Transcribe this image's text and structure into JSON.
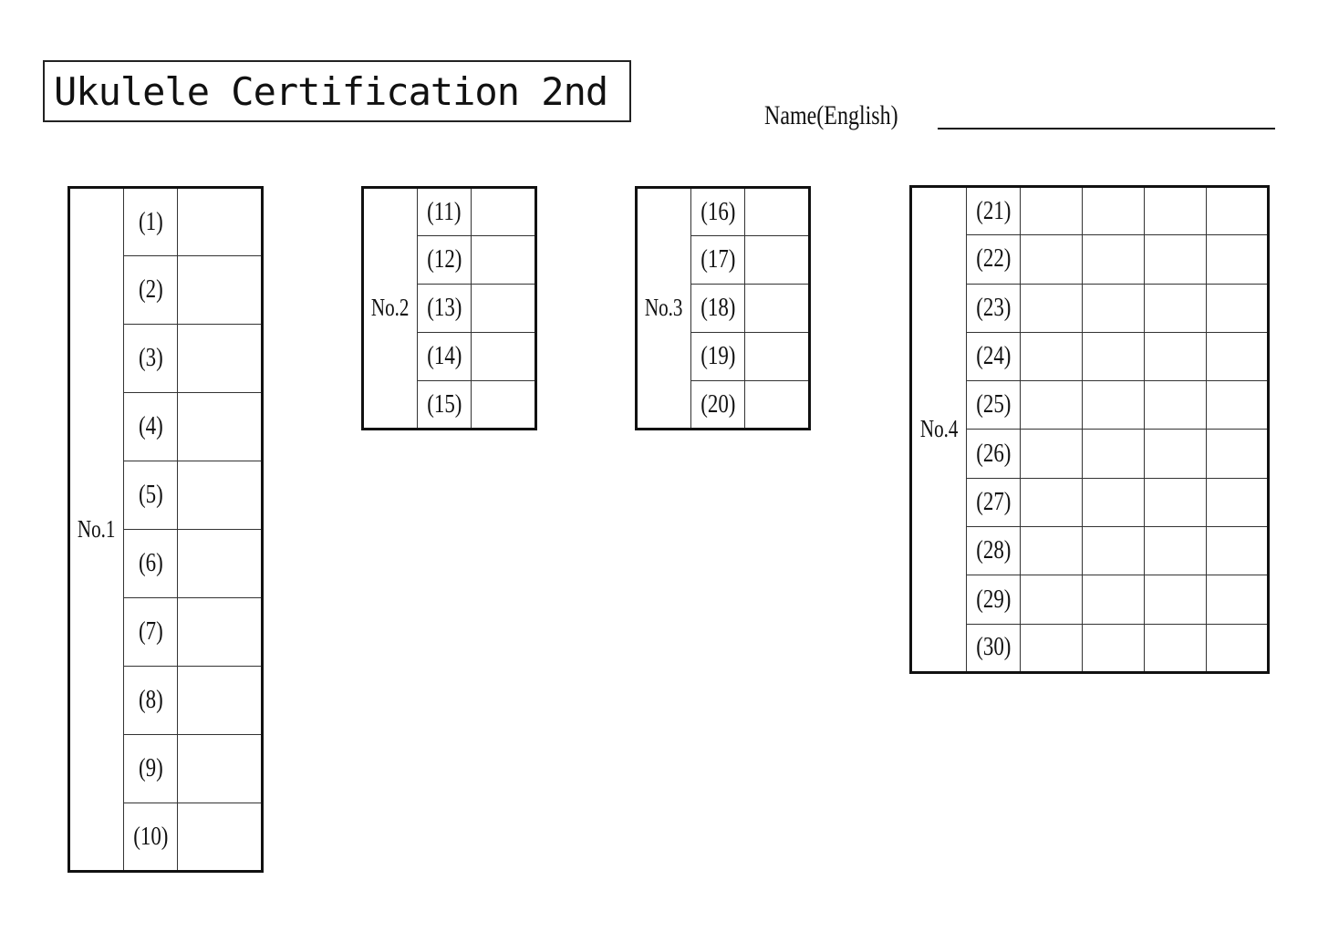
{
  "title": "Ukulele Certification 2nd Grade",
  "name_label": "Name(English)",
  "blocks": [
    {
      "label": "No.1",
      "answer_columns": 1,
      "items": [
        "(1)",
        "(2)",
        "(3)",
        "(4)",
        "(5)",
        "(6)",
        "(7)",
        "(8)",
        "(9)",
        "(10)"
      ]
    },
    {
      "label": "No.2",
      "answer_columns": 1,
      "items": [
        "(11)",
        "(12)",
        "(13)",
        "(14)",
        "(15)"
      ]
    },
    {
      "label": "No.3",
      "answer_columns": 1,
      "items": [
        "(16)",
        "(17)",
        "(18)",
        "(19)",
        "(20)"
      ]
    },
    {
      "label": "No.4",
      "answer_columns": 4,
      "items": [
        "(21)",
        "(22)",
        "(23)",
        "(24)",
        "(25)",
        "(26)",
        "(27)",
        "(28)",
        "(29)",
        "(30)"
      ]
    }
  ]
}
